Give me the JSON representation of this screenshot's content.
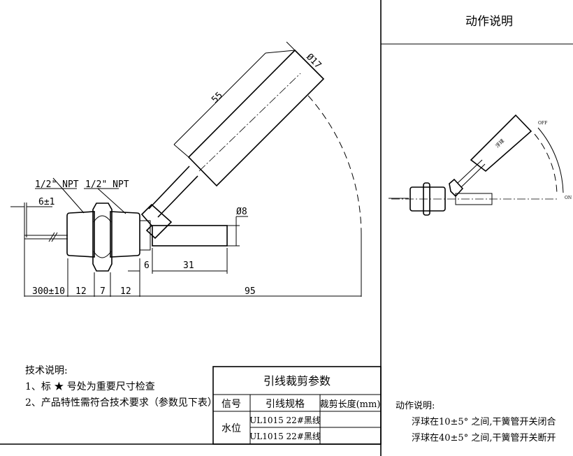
{
  "panel_title": "动作说明",
  "dimensions": {
    "thread_left": "1/2\" NPT",
    "thread_right": "1/2\" NPT",
    "strip": "6±1",
    "float_dia_small": "Ø8",
    "gap": "6",
    "float_len_small": "31",
    "lead": "300±10",
    "body1": "12",
    "hex": "7",
    "body2": "12",
    "total": "95",
    "float_len": "55",
    "float_dia": "Ø17"
  },
  "mini_labels": {
    "off": "OFF",
    "on": "ON",
    "float": "浮球"
  },
  "tech_notes": {
    "title": "技术说明:",
    "items": [
      "1、标 ★ 号处为重要尺寸检查",
      "2、产品特性需符合技术要求（参数见下表）"
    ]
  },
  "lead_table": {
    "title": "引线裁剪参数",
    "headers": [
      "信号",
      "引线规格",
      "裁剪长度(mm)"
    ],
    "signal": "水位",
    "rows": [
      {
        "spec": "UL1015 22#黑线",
        "length": ""
      },
      {
        "spec": "UL1015 22#黑线",
        "length": ""
      }
    ]
  },
  "action_notes": {
    "title": "动作说明:",
    "items": [
      "浮球在10±5° 之间,干簧管开关闭合",
      "浮球在40±5° 之间,干簧管开关断开"
    ]
  }
}
